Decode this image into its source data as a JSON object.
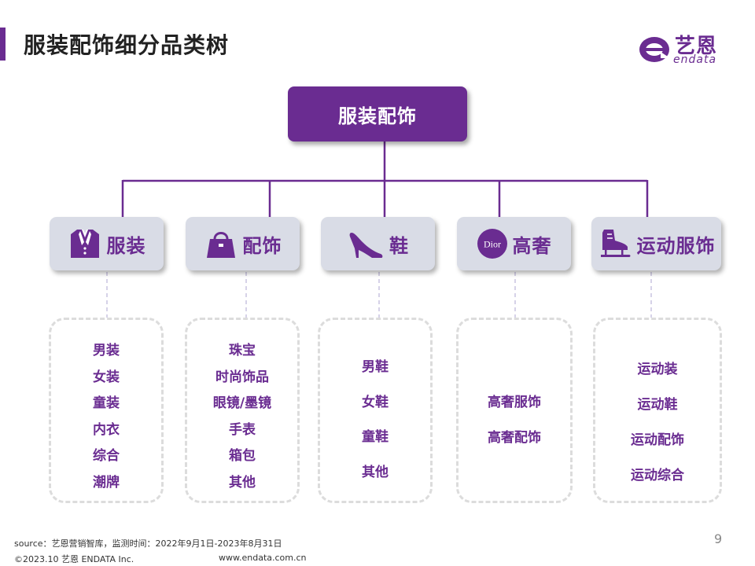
{
  "header": {
    "title": "服装配饰细分品类树"
  },
  "logo": {
    "cn": "艺恩",
    "en": "endata"
  },
  "tree": {
    "root": "服装配饰",
    "categories": [
      {
        "label": "服装",
        "icon": "suit-jacket-icon",
        "items": [
          "男装",
          "女装",
          "童装",
          "内衣",
          "综合",
          "潮牌"
        ]
      },
      {
        "label": "配饰",
        "icon": "handbag-icon",
        "items": [
          "珠宝",
          "时尚饰品",
          "眼镜/墨镜",
          "手表",
          "箱包",
          "其他"
        ]
      },
      {
        "label": "鞋",
        "icon": "high-heel-icon",
        "items": [
          "男鞋",
          "女鞋",
          "童鞋",
          "其他"
        ]
      },
      {
        "label": "高奢",
        "icon": "dior-badge-icon",
        "icon_text": "Dior",
        "items": [
          "高奢服饰",
          "高奢配饰"
        ]
      },
      {
        "label": "运动服饰",
        "icon": "skate-icon",
        "items": [
          "运动装",
          "运动鞋",
          "运动配饰",
          "运动综合"
        ]
      }
    ]
  },
  "footer": {
    "source": "source：艺恩营销智库，监测时间：2022年9月1日-2023年8月31日",
    "copyright": "©2023.10  艺恩 ENDATA Inc.",
    "url": "www.endata.com.cn",
    "page": "9"
  },
  "colors": {
    "accent": "#6a2c91",
    "category_bg": "#d9dce6",
    "dash": "#dcdcdc"
  }
}
